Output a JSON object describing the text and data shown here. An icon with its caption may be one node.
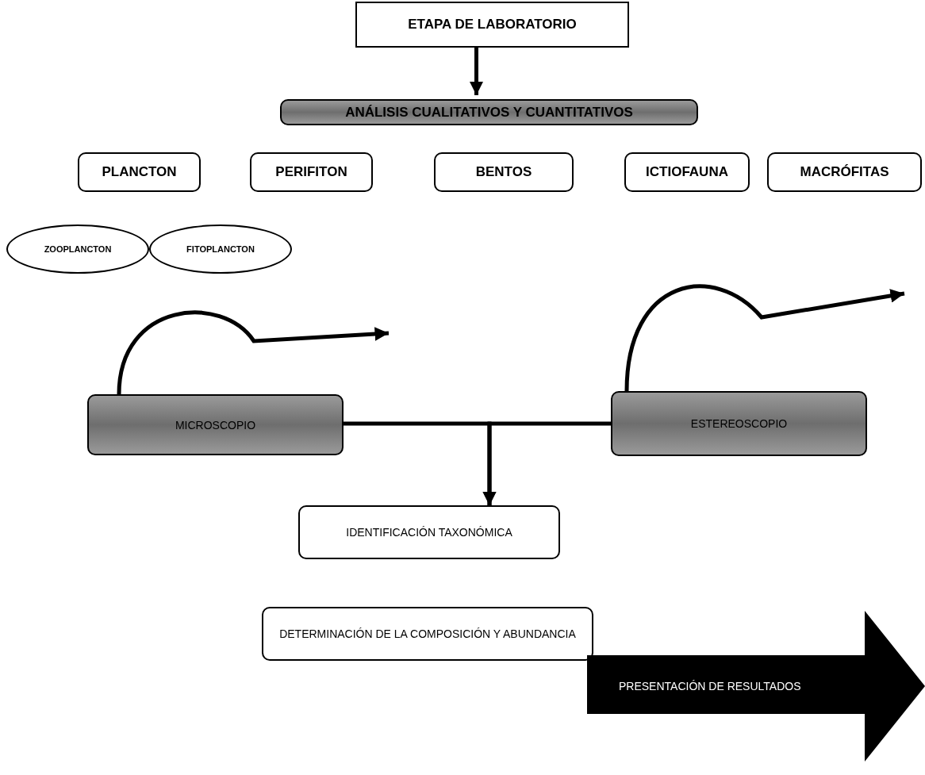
{
  "diagram": {
    "nodes": [
      {
        "text": [
          "ETAPA DE LABORATORIO"
        ]
      },
      {
        "text": [
          "ANÁLISIS CUALITATIVOS Y CUANTITATIVOS"
        ]
      },
      {
        "text": [
          "PLANCTON"
        ]
      },
      {
        "text": [
          "PERIFITON"
        ]
      },
      {
        "text": [
          "BENTOS"
        ]
      },
      {
        "text": [
          "ICTIOFAUNA"
        ]
      },
      {
        "text": [
          "MACRÓFITAS"
        ]
      },
      {
        "text": [
          "ZOOPLANCTON"
        ]
      },
      {
        "text": [
          "FITOPLANCTON"
        ]
      },
      {
        "text": [
          "MICROSCOPIO"
        ]
      },
      {
        "text": [
          "ESTEREOSCOPIO"
        ]
      },
      {
        "text": [
          "IDENTIFICACIÓN TAXONÓMICA"
        ]
      },
      {
        "text": [
          "DETERMINACIÓN DE LA COMPOSICIÓN Y ABUNDANCIA"
        ]
      },
      {
        "text": [
          "PRESENTACIÓN DE RESULTADOS"
        ]
      }
    ],
    "edges": [
      {
        "from": 0,
        "to": 1,
        "arrow": "to"
      },
      {
        "from": 9,
        "to": 11,
        "arrow": "to"
      },
      {
        "from": 10,
        "to": 11,
        "arrow": "to"
      },
      {
        "from": 9,
        "to": null,
        "arrow": "to"
      },
      {
        "from": 10,
        "to": null,
        "arrow": "to"
      }
    ]
  }
}
